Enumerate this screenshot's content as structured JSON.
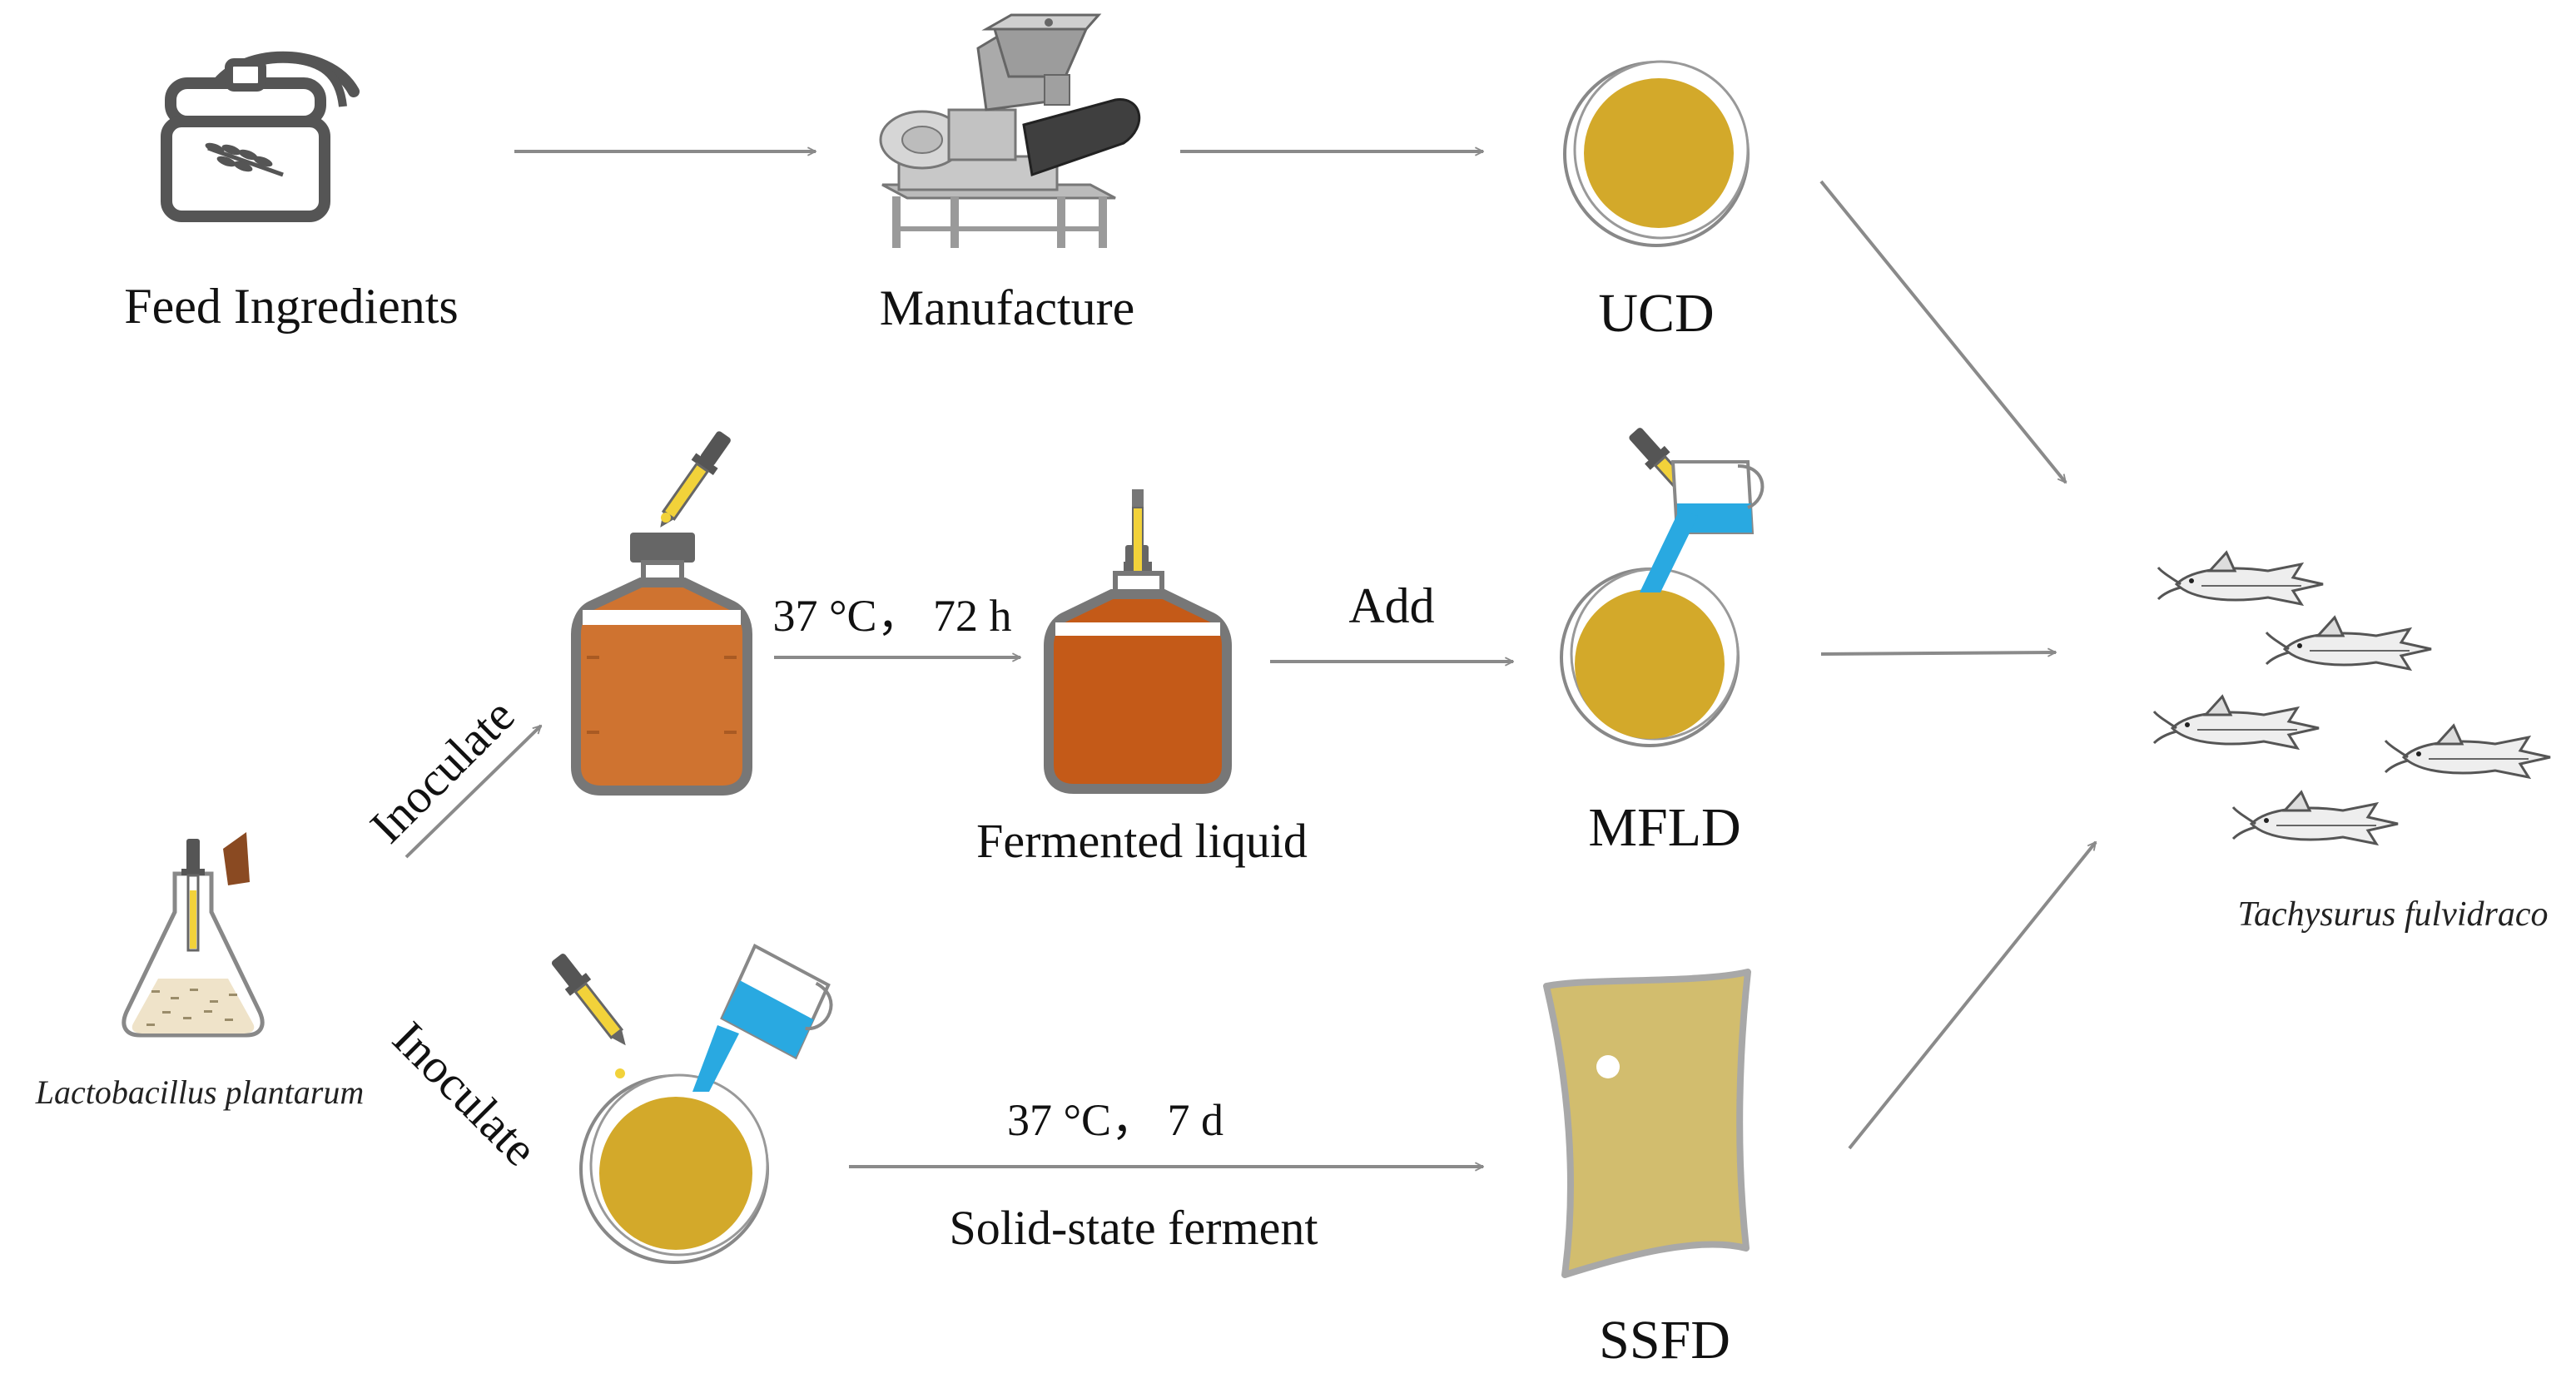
{
  "labels": {
    "feed_ingredients": "Feed Ingredients",
    "manufacture": "Manufacture",
    "ucd": "UCD",
    "mfld": "MFLD",
    "ssfd": "SSFD",
    "fermented_liquid": "Fermented liquid",
    "lactobacillus": "Lactobacillus plantarum",
    "tachysurus": "Tachysurus fulvidraco",
    "inoculate_top": "Inoculate",
    "inoculate_bottom": "Inoculate",
    "cond_liquid": "37 °C， 72 h",
    "add": "Add",
    "cond_solid": "37 °C， 7 d",
    "solid_state": "Solid-state ferment"
  },
  "colors": {
    "feed_yellow": "#d3a92a",
    "bottle_orange": "#cf7330",
    "bottle_dark_orange": "#c45a18",
    "liquid_blue": "#29a9e1",
    "bag_khaki": "#d2bd6e",
    "arrow_gray": "#8a8a8a"
  },
  "icons": {
    "feed_bag": "grain-sack-icon",
    "machine": "pellet-mill-icon",
    "dropper": "dropper-icon",
    "beaker": "beaker-icon",
    "flask": "erlenmeyer-flask-icon",
    "bottle": "culture-bottle-icon",
    "dish": "petri-dish-icon",
    "bag": "feed-bag-icon",
    "fish": "catfish-icon"
  }
}
